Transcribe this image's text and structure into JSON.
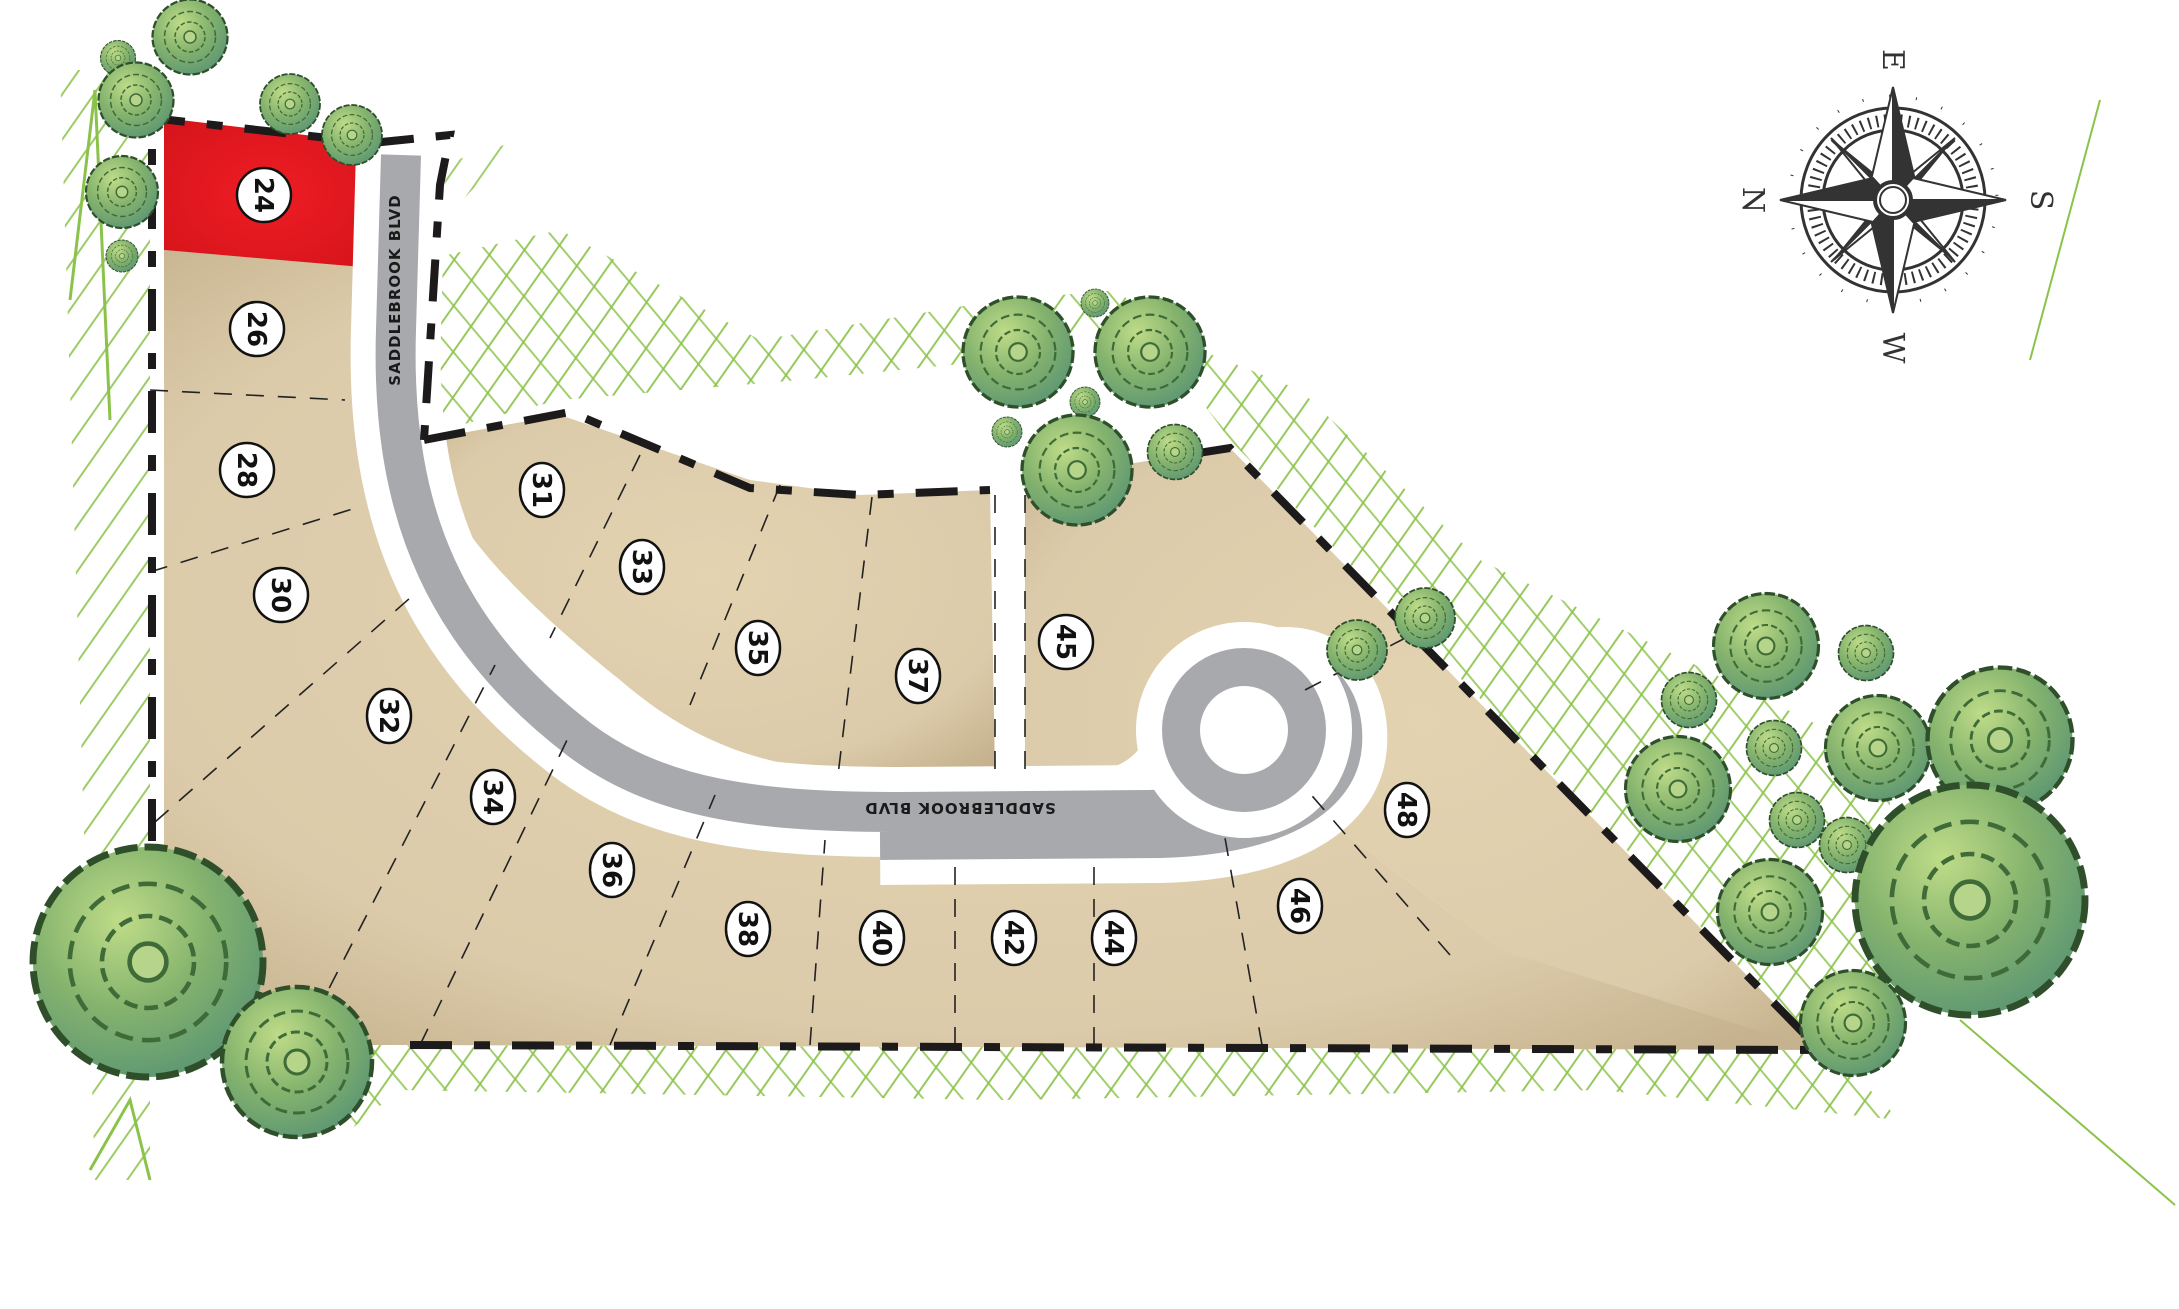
{
  "map": {
    "road_name": "SADDLEBROOK BLVD",
    "colors": {
      "lot": "#dfcfae",
      "lot_shade": "#c9b792",
      "selected_lot": "#e8191f",
      "road": "#a8a9ad",
      "road_edge": "#ffffff",
      "grass": "#8bc34a",
      "tree_light": "#b5d77e",
      "tree_dark": "#5e9a72",
      "tree_outline": "#2f4f2a",
      "boundary": "#1c1a1a",
      "compass": "#333333"
    },
    "selected_lot": "24",
    "lots": [
      {
        "number": "24",
        "status": "selected"
      },
      {
        "number": "26"
      },
      {
        "number": "28"
      },
      {
        "number": "30"
      },
      {
        "number": "31"
      },
      {
        "number": "32"
      },
      {
        "number": "33"
      },
      {
        "number": "34"
      },
      {
        "number": "35"
      },
      {
        "number": "36"
      },
      {
        "number": "37"
      },
      {
        "number": "38"
      },
      {
        "number": "40"
      },
      {
        "number": "42"
      },
      {
        "number": "44"
      },
      {
        "number": "45"
      },
      {
        "number": "46"
      },
      {
        "number": "48"
      }
    ]
  },
  "compass": {
    "north": "N",
    "south": "S",
    "east": "E",
    "west": "W"
  }
}
